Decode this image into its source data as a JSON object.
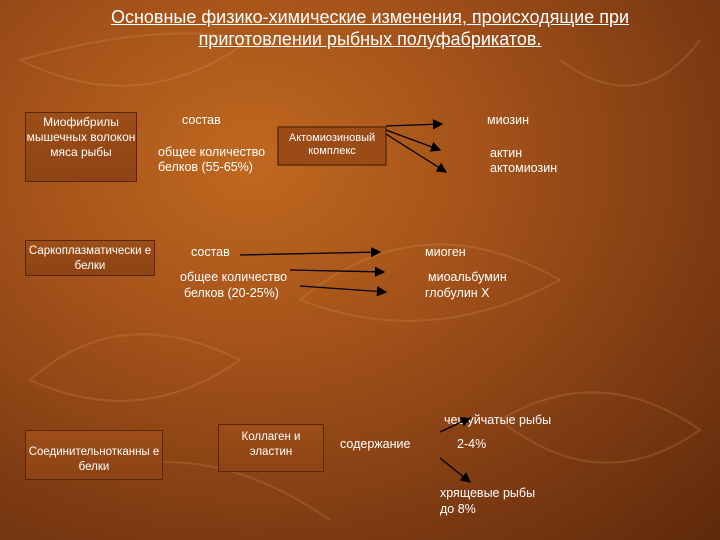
{
  "title": "Основные физико-химические изменения, происходящие при приготовлении рыбных полуфабрикатов.",
  "myofibril": {
    "box": "Миофибрилы мышечных волокон мяса рыбы",
    "composition": "состав",
    "total": "общее количество",
    "total_value": "белков (55-65%)",
    "actomyosin_box": "Актомиозиновый комплекс",
    "myosin": "миозин",
    "actin": "актин",
    "actomyosin": "актомиозин"
  },
  "sarcoplasmic": {
    "box": "Саркоплазматически е белки",
    "composition": "состав",
    "total": "общее количество",
    "total_value": "белков (20-25%)",
    "myogen": "миоген",
    "myoalbumin": "миоальбумин",
    "globulin": "глобулин Х"
  },
  "connective": {
    "box": "Соединительнотканны е белки",
    "collagen_box": "Коллаген и эластин",
    "content": "содержание",
    "content_value": "2-4%",
    "scaly": "чешуйчатые рыбы",
    "cartilaginous": "хрящевые рыбы",
    "cartilaginous_value": "до 8%"
  }
}
